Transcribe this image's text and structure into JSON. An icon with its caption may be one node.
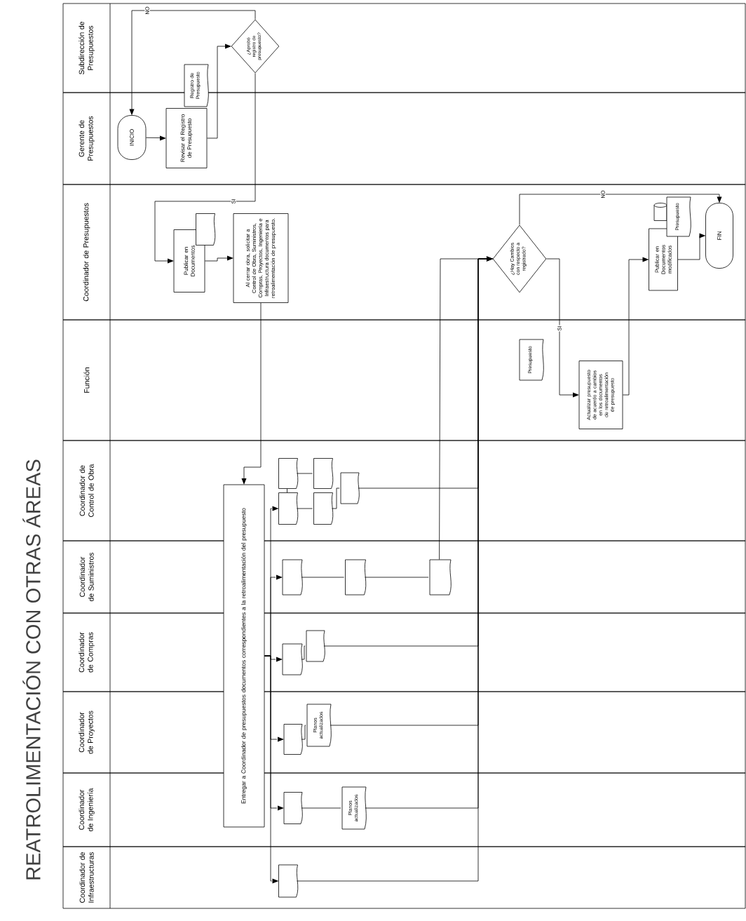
{
  "diagram": {
    "title": "REATROLIMENTACIÓN CON OTRAS ÁREAS",
    "nodes": [
      {
        "text": [
          "Subdirección de Presupuestos"
        ]
      },
      {
        "text": [
          "Gerente de Presupuestos"
        ]
      },
      {
        "text": [
          "Coordinador de Presupuestos"
        ]
      },
      {
        "text": [
          "Función"
        ]
      },
      {
        "text": [
          "Coordinador de Control de Obra"
        ]
      },
      {
        "text": [
          "Coordinador de Suministros"
        ]
      },
      {
        "text": [
          "Coordinador de Compras"
        ]
      },
      {
        "text": [
          "Coordinador de Proyectos"
        ]
      },
      {
        "text": [
          "Coordinador de Ingeniería"
        ]
      },
      {
        "text": [
          "Coordinador de Infraestructuras"
        ]
      },
      {
        "text": [
          "INICIO"
        ],
        "in": 1
      },
      {
        "text": [
          "Revisar el Registro de Presupuesto"
        ],
        "in": 1
      },
      {
        "text": [
          "Registro de Presupuesto"
        ]
      },
      {
        "text": [
          "¿Aprobó registro de presupuesto?"
        ],
        "in": 0
      },
      {
        "text": [
          "Publicar en Documentos"
        ],
        "in": 2
      },
      {
        "text": [],
        "shape": "document",
        "in": 2
      },
      {
        "text": [
          "Al cerrar obra, solicitar a Control de Obra, Suministros, Compras, Proyectos, Ingeniería e Infraestructura documentos para retroalimentación de presupuesto."
        ],
        "in": 2
      },
      {
        "text": [
          "Entregar a Coordinador de presupuestos documentos correspondientes a la retroalimentación del presupuesto"
        ]
      },
      {
        "text": [],
        "shape": "document",
        "in": 4
      },
      {
        "text": [],
        "shape": "document",
        "in": 4
      },
      {
        "text": [],
        "shape": "document",
        "in": 4
      },
      {
        "text": [],
        "shape": "document",
        "in": 4
      },
      {
        "text": [],
        "shape": "document",
        "in": 4
      },
      {
        "text": [],
        "shape": "document",
        "in": 5
      },
      {
        "text": [],
        "shape": "document",
        "in": 5
      },
      {
        "text": [],
        "shape": "document",
        "in": 5
      },
      {
        "text": [],
        "shape": "document",
        "in": 6
      },
      {
        "text": [],
        "shape": "document",
        "in": 6
      },
      {
        "text": [],
        "shape": "document",
        "in": 7
      },
      {
        "text": [
          "Planos actualizados"
        ],
        "in": 7
      },
      {
        "text": [],
        "shape": "document",
        "in": 8
      },
      {
        "text": [
          "Planos actualizados"
        ],
        "in": 8
      },
      {
        "text": [],
        "shape": "document",
        "in": 9
      },
      {
        "text": [
          "¿Hay Cambios con respecto a registrado?"
        ],
        "in": 2
      },
      {
        "text": [
          "Presupuesto"
        ],
        "in": 3
      },
      {
        "text": [
          "Actualizar presupuesto de acuerdo a cambios en los documentos de retroalimentación de presupuesto"
        ],
        "in": 3
      },
      {
        "text": [
          "Publicar en Documentos modificados"
        ],
        "in": 2
      },
      {
        "text": [],
        "shape": "cylinder",
        "in": 2
      },
      {
        "text": [
          "Presupuesto"
        ],
        "in": 2
      },
      {
        "text": [
          "FIN"
        ],
        "in": 2
      }
    ],
    "edges": [
      {
        "from": 10,
        "to": 11,
        "arrow": "to"
      },
      {
        "from": 11,
        "to": 13,
        "arrow": "to"
      },
      {
        "from": 13,
        "to": 10,
        "arrow": "to",
        "label": "NO"
      },
      {
        "from": 13,
        "to": 14,
        "arrow": "to",
        "label": "SI"
      },
      {
        "from": 14,
        "to": 16,
        "arrow": "to"
      },
      {
        "from": 16,
        "to": 17,
        "arrow": "to"
      },
      {
        "from": 17,
        "to": 19,
        "arrow": "to"
      },
      {
        "from": 17,
        "to": 23,
        "arrow": "to"
      },
      {
        "from": 17,
        "to": 26,
        "arrow": "to"
      },
      {
        "from": 17,
        "to": 28,
        "arrow": "to"
      },
      {
        "from": 17,
        "to": 30,
        "arrow": "to"
      },
      {
        "from": 17,
        "to": 32,
        "arrow": "to"
      },
      {
        "from": 19,
        "to": 18,
        "arrow": "none"
      },
      {
        "from": 18,
        "to": 20,
        "arrow": "none"
      },
      {
        "from": 19,
        "to": 21,
        "arrow": "none"
      },
      {
        "from": 21,
        "to": 22,
        "arrow": "none"
      },
      {
        "from": 23,
        "to": 24,
        "arrow": "none"
      },
      {
        "from": 24,
        "to": 25,
        "arrow": "none"
      },
      {
        "from": 26,
        "to": 27,
        "arrow": "none"
      },
      {
        "from": 28,
        "to": 29,
        "arrow": "none"
      },
      {
        "from": 30,
        "to": 31,
        "arrow": "none"
      },
      {
        "from": 22,
        "to": 33,
        "arrow": "to"
      },
      {
        "from": 25,
        "to": 33,
        "arrow": "to"
      },
      {
        "from": 27,
        "to": 33,
        "arrow": "to"
      },
      {
        "from": 29,
        "to": 33,
        "arrow": "to"
      },
      {
        "from": 31,
        "to": 33,
        "arrow": "to"
      },
      {
        "from": 32,
        "to": 33,
        "arrow": "to"
      },
      {
        "from": 33,
        "to": 39,
        "arrow": "to",
        "label": "NO"
      },
      {
        "from": 33,
        "to": 35,
        "arrow": "to",
        "label": "SI"
      },
      {
        "from": 35,
        "to": 36,
        "arrow": "to"
      },
      {
        "from": 36,
        "to": 39,
        "arrow": "to"
      }
    ]
  }
}
